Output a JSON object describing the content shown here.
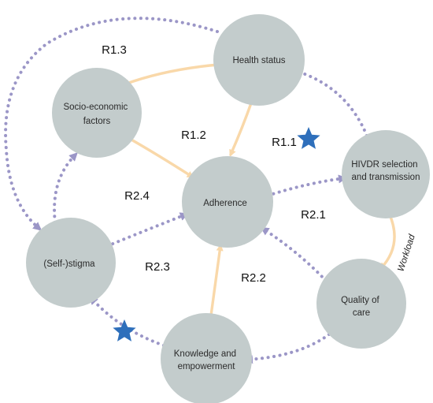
{
  "colors": {
    "node_fill": "#c3cccc",
    "solid_arrow": "#f9d8a9",
    "dotted_arrow": "#9b96c7",
    "star": "#2e6fbb",
    "text": "#2b2b2b"
  },
  "nodes": {
    "health_status": [
      "Health status"
    ],
    "socio_economic": [
      "Socio-economic",
      "factors"
    ],
    "adherence": [
      "Adherence"
    ],
    "hivdr": [
      "HIVDR selection",
      "and transmission"
    ],
    "self_stigma": [
      "(Self-)stigma"
    ],
    "quality_of_care": [
      "Quality of",
      "care"
    ],
    "knowledge": [
      "Knowledge and",
      "empowerment"
    ]
  },
  "loop_labels": {
    "r1_1": "R1.1",
    "r1_2": "R1.2",
    "r1_3": "R1.3",
    "r2_1": "R2.1",
    "r2_2": "R2.2",
    "r2_3": "R2.3",
    "r2_4": "R2.4"
  },
  "edge_labels": {
    "workload": "Workload"
  },
  "edges": [
    {
      "from": "health_status",
      "to": "socio_economic",
      "style": "solid"
    },
    {
      "from": "health_status",
      "to": "adherence",
      "style": "solid"
    },
    {
      "from": "health_status",
      "to": "self_stigma",
      "style": "dotted"
    },
    {
      "from": "socio_economic",
      "to": "adherence",
      "style": "solid"
    },
    {
      "from": "hivdr",
      "to": "health_status",
      "style": "dotted"
    },
    {
      "from": "adherence",
      "to": "hivdr",
      "style": "dotted"
    },
    {
      "from": "hivdr",
      "to": "quality_of_care",
      "style": "solid",
      "label": "workload"
    },
    {
      "from": "quality_of_care",
      "to": "adherence",
      "style": "dotted"
    },
    {
      "from": "quality_of_care",
      "to": "knowledge",
      "style": "dotted"
    },
    {
      "from": "knowledge",
      "to": "adherence",
      "style": "solid"
    },
    {
      "from": "knowledge",
      "to": "self_stigma",
      "style": "dotted"
    },
    {
      "from": "self_stigma",
      "to": "adherence",
      "style": "dotted"
    },
    {
      "from": "self_stigma",
      "to": "socio_economic",
      "style": "dotted"
    }
  ],
  "stars": [
    "star-icon",
    "star-icon"
  ]
}
